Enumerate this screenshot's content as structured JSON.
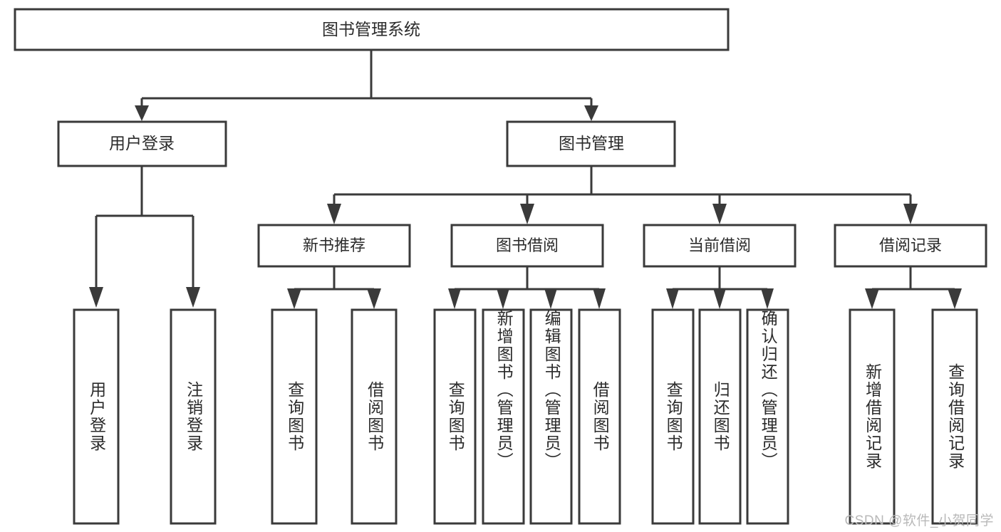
{
  "diagram": {
    "title": "图书管理系统",
    "type": "tree-hierarchy",
    "watermark": "CSDN @软件_小贺同学",
    "colors": {
      "stroke": "#3a3a3a",
      "box_fill": "#ffffff",
      "text": "#2b2b2b",
      "background": "#ffffff",
      "watermark": "#b9b9b9"
    },
    "root": {
      "label": "图书管理系统"
    },
    "level2": [
      {
        "label": "用户登录"
      },
      {
        "label": "图书管理"
      }
    ],
    "level3": [
      {
        "label": "新书推荐"
      },
      {
        "label": "图书借阅"
      },
      {
        "label": "当前借阅"
      },
      {
        "label": "借阅记录"
      }
    ],
    "leaves": {
      "user_login": [
        {
          "label": "用户登录"
        },
        {
          "label": "注销登录"
        }
      ],
      "new_book_recommend": [
        {
          "label": "查询图书"
        },
        {
          "label": "借阅图书"
        }
      ],
      "book_borrow": [
        {
          "label": "查询图书"
        },
        {
          "label": "新增图书（管理员）"
        },
        {
          "label": "编辑图书（管理员）"
        },
        {
          "label": "借阅图书"
        }
      ],
      "current_borrow": [
        {
          "label": "查询图书"
        },
        {
          "label": "归还图书"
        },
        {
          "label": "确认归还（管理员）"
        }
      ],
      "borrow_record": [
        {
          "label": "新增借阅记录"
        },
        {
          "label": "查询借阅记录"
        }
      ]
    }
  }
}
